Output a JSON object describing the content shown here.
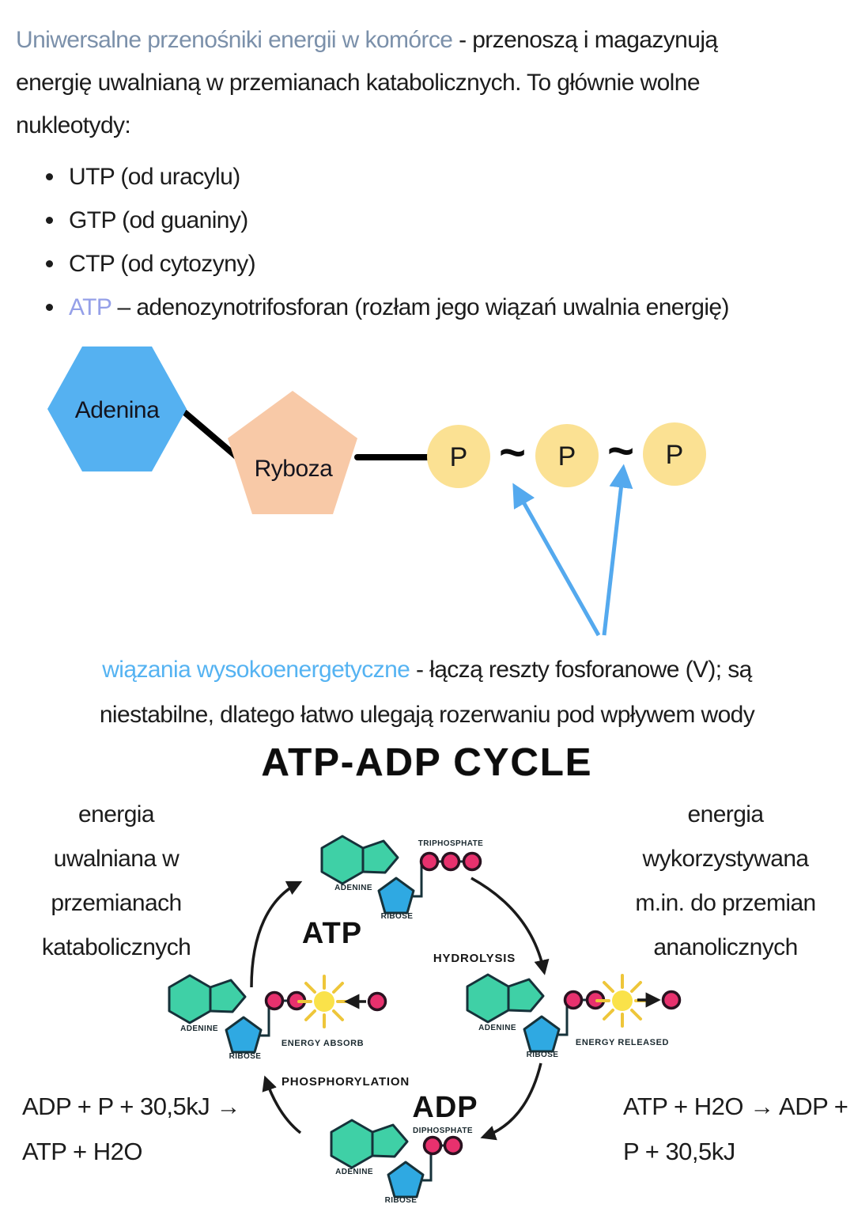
{
  "intro": {
    "lead": "Uniwersalne przenośniki energii w komórce",
    "line1_rest": " - przenoszą i magazynują",
    "line2": "energię uwalnianą w przemianach katabolicznych. To głównie wolne",
    "line3": "nukleotydy:"
  },
  "bullets": {
    "utp": "UTP (od uracylu)",
    "gtp": "GTP (od guaniny)",
    "ctp": "CTP (od cytozyny)",
    "atp_lead": "ATP",
    "atp_rest": " – adenozynotrifosforan (rozłam jego wiązań uwalnia energię)"
  },
  "atp_diagram": {
    "adenine": "Adenina",
    "ribose": "Ryboza",
    "phosphate": "P",
    "tilde": "~"
  },
  "bond_note": {
    "lead": "wiązania wysokoenergetyczne",
    "line1_rest": " - łączą reszty fosforanowe (V); są",
    "line2": "niestabilne, dlatego łatwo ulegają rozerwaniu pod wpływem wody"
  },
  "cycle": {
    "title": "ATP-ADP CYCLE",
    "left_note": [
      "energia",
      "uwalniana w",
      "przemianach",
      "katabolicznych"
    ],
    "right_note": [
      "energia",
      "wykorzystywana",
      "m.in. do przemian",
      "ananolicznych"
    ],
    "atp": "ATP",
    "adp": "ADP",
    "hydrolysis": "HYDROLYSIS",
    "phosphorylation": "PHOSPHORYLATION",
    "adenine": "ADENINE",
    "ribose": "RIBOSE",
    "triphosphate": "TRIPHOSPHATE",
    "diphosphate": "DIPHOSPHATE",
    "energy_absorb": "ENERGY ABSORB",
    "energy_released": "ENERGY RELEASED"
  },
  "equations": {
    "left_line1": "ADP + P + 30,5kJ →",
    "left_line2": "ATP + H2O",
    "right_line1": "ATP + H2O → ADP +",
    "right_line2": "P + 30,5kJ"
  },
  "colors": {
    "intro_highlight": "#7b90aa",
    "atp_bullet_highlight": "#95a0e8",
    "bond_highlight": "#55b3f2",
    "adenine_hexagon": "#55b1f1",
    "ribose_pentagon": "#f8c9a7",
    "phosphate_circle": "#fbe193",
    "pointer_arrow": "#54a9ee",
    "cycle_adenine": "#3fd0a6",
    "cycle_ribose": "#2fa9e2",
    "cycle_phosphate": "#e8316e",
    "cycle_sun": "#fae24a"
  }
}
